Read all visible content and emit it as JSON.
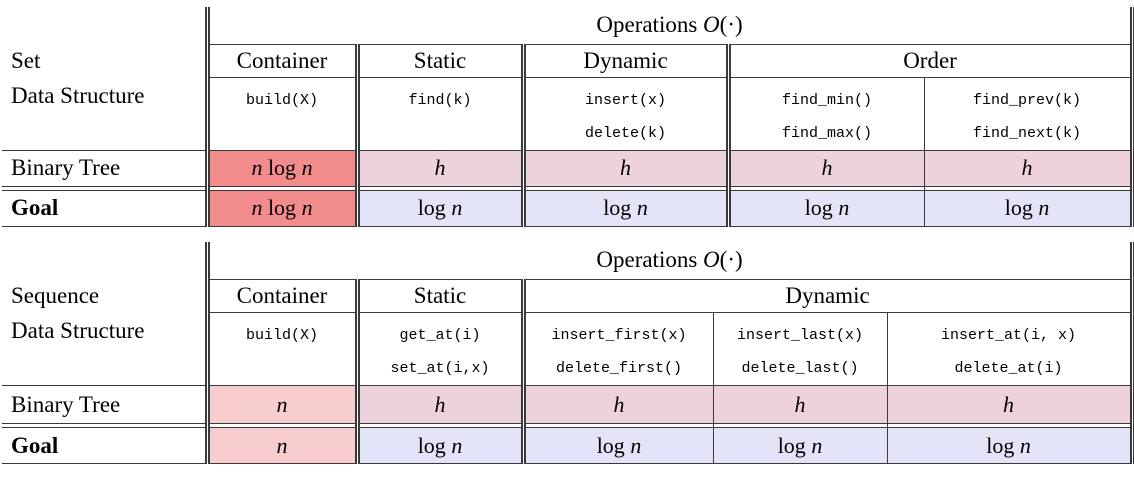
{
  "colors": {
    "red": "#F28B8B",
    "light_pink": "#F8CDCD",
    "pink": "#EDD2DD",
    "lavender": "#E4E4F8"
  },
  "tables": [
    {
      "label_line1": "Set",
      "label_line2": "Data Structure",
      "operations_header": "Operations O(·)",
      "group_headers": [
        "Container",
        "Static",
        "Dynamic",
        "Order"
      ],
      "op_columns": [
        [
          "build(X)",
          ""
        ],
        [
          "find(k)",
          ""
        ],
        [
          "insert(x)",
          "delete(k)"
        ],
        [
          "find_min()",
          "find_max()"
        ],
        [
          "find_prev(k)",
          "find_next(k)"
        ]
      ],
      "rows": [
        {
          "label": "Binary Tree",
          "values": [
            "n log n",
            "h",
            "h",
            "h",
            "h"
          ],
          "fills": [
            "red",
            "pink",
            "pink",
            "pink",
            "pink"
          ]
        },
        {
          "label": "Goal",
          "values": [
            "n log n",
            "log n",
            "log n",
            "log n",
            "log n"
          ],
          "fills": [
            "red",
            "lavender",
            "lavender",
            "lavender",
            "lavender"
          ]
        }
      ]
    },
    {
      "label_line1": "Sequence",
      "label_line2": "Data Structure",
      "operations_header": "Operations O(·)",
      "group_headers": [
        "Container",
        "Static",
        "Dynamic"
      ],
      "op_columns": [
        [
          "build(X)",
          ""
        ],
        [
          "get_at(i)",
          "set_at(i,x)"
        ],
        [
          "insert_first(x)",
          "delete_first()"
        ],
        [
          "insert_last(x)",
          "delete_last()"
        ],
        [
          "insert_at(i, x)",
          "delete_at(i)"
        ]
      ],
      "rows": [
        {
          "label": "Binary Tree",
          "values": [
            "n",
            "h",
            "h",
            "h",
            "h"
          ],
          "fills": [
            "light_pink",
            "pink",
            "pink",
            "pink",
            "pink"
          ]
        },
        {
          "label": "Goal",
          "values": [
            "n",
            "log n",
            "log n",
            "log n",
            "log n"
          ],
          "fills": [
            "light_pink",
            "lavender",
            "lavender",
            "lavender",
            "lavender"
          ]
        }
      ]
    }
  ]
}
